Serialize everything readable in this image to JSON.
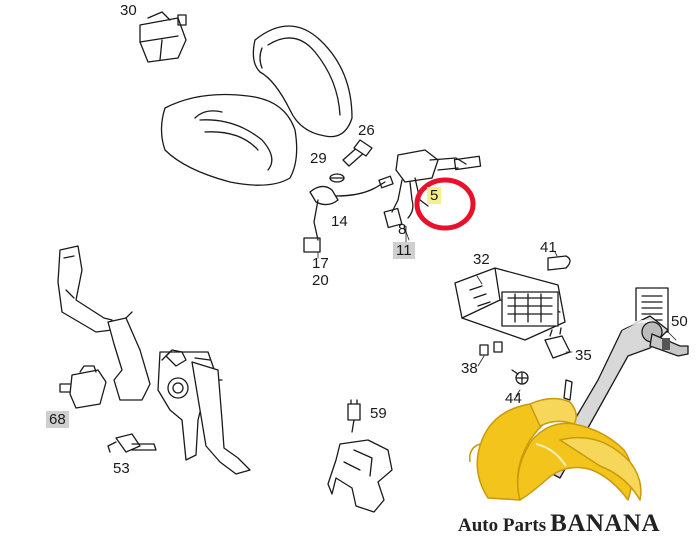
{
  "callouts": [
    {
      "id": "n30",
      "text": "30"
    },
    {
      "id": "n26",
      "text": "26"
    },
    {
      "id": "n29",
      "text": "29"
    },
    {
      "id": "n5",
      "text": "5",
      "highlight": "#f5f08a"
    },
    {
      "id": "n14",
      "text": "14"
    },
    {
      "id": "n8",
      "text": "8"
    },
    {
      "id": "n11",
      "text": "11",
      "highlight": "#cfcfcf"
    },
    {
      "id": "n17",
      "text": "17"
    },
    {
      "id": "n20",
      "text": "20"
    },
    {
      "id": "n41",
      "text": "41"
    },
    {
      "id": "n32",
      "text": "32"
    },
    {
      "id": "n50",
      "text": "50"
    },
    {
      "id": "n35",
      "text": "35"
    },
    {
      "id": "n38",
      "text": "38"
    },
    {
      "id": "n44",
      "text": "44"
    },
    {
      "id": "n68",
      "text": "68",
      "highlight": "#cfcfcf"
    },
    {
      "id": "n59",
      "text": "59"
    },
    {
      "id": "n53",
      "text": "53"
    }
  ],
  "marker": {
    "color": "#e8102a"
  },
  "brand": {
    "part1": "Auto Parts",
    "part2": "BANANA"
  },
  "colors": {
    "banana": "#f2c41c",
    "banana_dark": "#c99a0a",
    "line": "#1a1a1a",
    "shaft": "#d8d8d8"
  }
}
